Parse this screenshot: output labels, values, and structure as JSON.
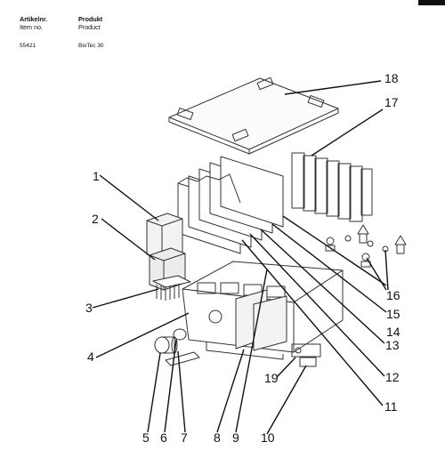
{
  "header": {
    "item_label_de": "Artikelnr.",
    "item_label_en": "Item no.",
    "product_label_de": "Produkt",
    "product_label_en": "Product",
    "item_number": "55421",
    "product_name": "BioTec 30"
  },
  "part_labels": [
    "1",
    "2",
    "3",
    "4",
    "5",
    "6",
    "7",
    "8",
    "9",
    "10",
    "11",
    "12",
    "13",
    "14",
    "15",
    "16",
    "17",
    "18",
    "19"
  ],
  "colors": {
    "line": "#111111",
    "stroke": "#333333",
    "background": "#ffffff"
  }
}
